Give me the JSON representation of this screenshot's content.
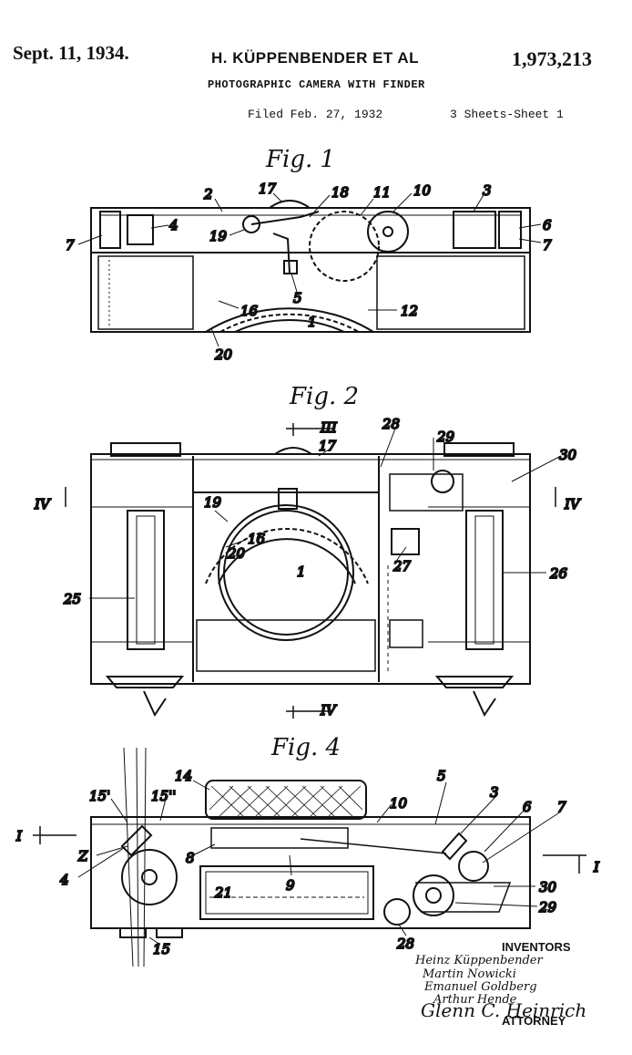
{
  "header": {
    "date": "Sept. 11, 1934.",
    "inventor": "H. KÜPPENBENDER ET AL",
    "patent_number": "1,973,213",
    "title": "PHOTOGRAPHIC CAMERA WITH FINDER",
    "filed": "Filed Feb. 27, 1932",
    "sheets": "3 Sheets-Sheet 1"
  },
  "figures": {
    "fig1": {
      "label": "Fig. 1",
      "callouts": [
        "2",
        "17",
        "18",
        "11",
        "10",
        "3",
        "6",
        "7",
        "4",
        "7",
        "19",
        "5",
        "16",
        "1",
        "12",
        "20"
      ]
    },
    "fig2": {
      "label": "Fig. 2",
      "section_marks": [
        "III",
        "IV",
        "IV",
        "IV"
      ],
      "callouts": [
        "17",
        "28",
        "29",
        "30",
        "19",
        "16",
        "20",
        "1",
        "27",
        "25",
        "26"
      ]
    },
    "fig4": {
      "label": "Fig. 4",
      "section_marks": [
        "I",
        "I"
      ],
      "callouts": [
        "14",
        "15'",
        "15''",
        "10",
        "5",
        "3",
        "6",
        "7",
        "Z",
        "8",
        "4",
        "9",
        "21",
        "30",
        "29",
        "28",
        "15"
      ]
    }
  },
  "inventors_block": {
    "title": "INVENTORS",
    "names": [
      "Heinz Küppenbender",
      "Martin Nowicki",
      "Emanuel Goldberg",
      "Arthur Hende"
    ],
    "attorney_signature": "Glenn C. Heinrich",
    "attorney_title": "ATTORNEY"
  }
}
